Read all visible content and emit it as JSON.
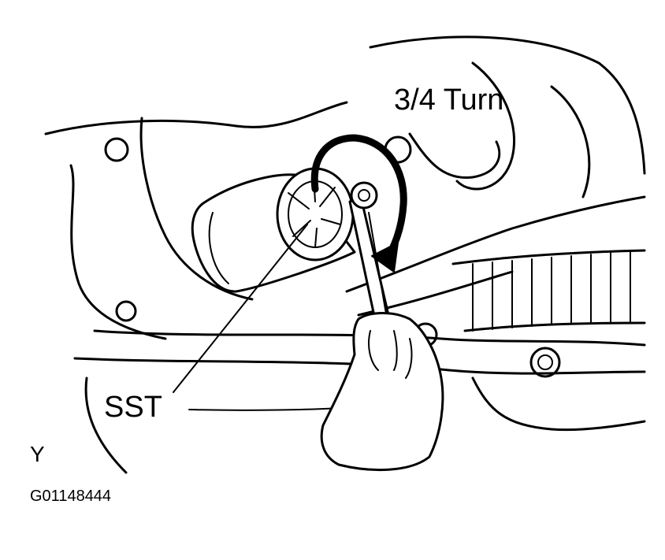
{
  "labels": {
    "turn": "3/4 Turn",
    "tool": "SST",
    "view": "Y",
    "figure_id": "G01148444"
  },
  "colors": {
    "ink": "#000000",
    "paper": "#ffffff"
  }
}
